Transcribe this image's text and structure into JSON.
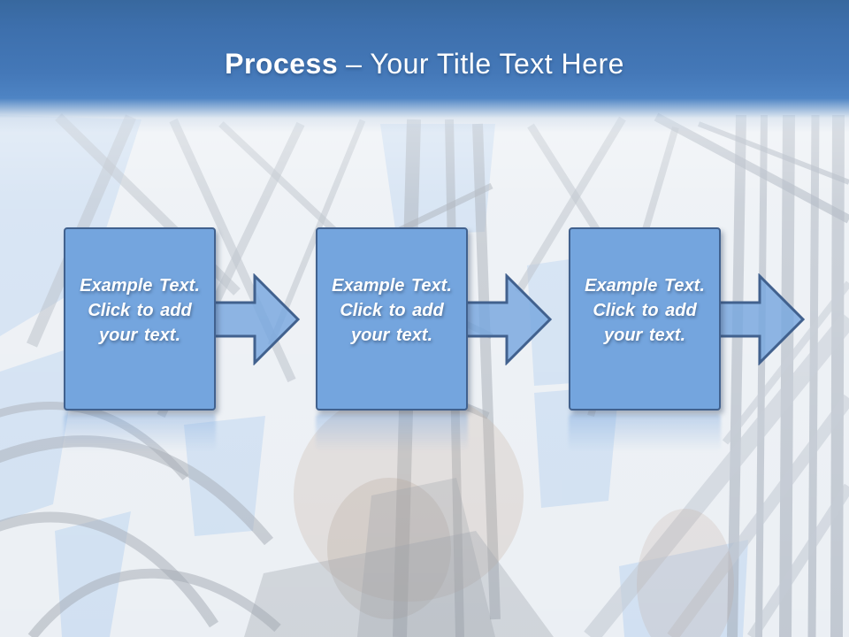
{
  "slide": {
    "header": {
      "title_bold": "Process",
      "title_separator": "–",
      "title_rest": "Your Title Text Here"
    },
    "colors": {
      "header_top": "#38689e",
      "header_bottom": "#4e84c4",
      "shape_fill": "#74a5de",
      "shape_border": "#41618e",
      "title_text": "#ffffff",
      "step_text": "#ffffff"
    },
    "background": {
      "alt": "Faded photo of an oil drilling rig derrick seen from below"
    },
    "steps": [
      {
        "lines": [
          "Example Text.",
          "Click to add",
          "your text."
        ]
      },
      {
        "lines": [
          "Example Text.",
          "Click to add",
          "your text."
        ]
      },
      {
        "lines": [
          "Example Text.",
          "Click to add",
          "your text."
        ]
      }
    ]
  }
}
